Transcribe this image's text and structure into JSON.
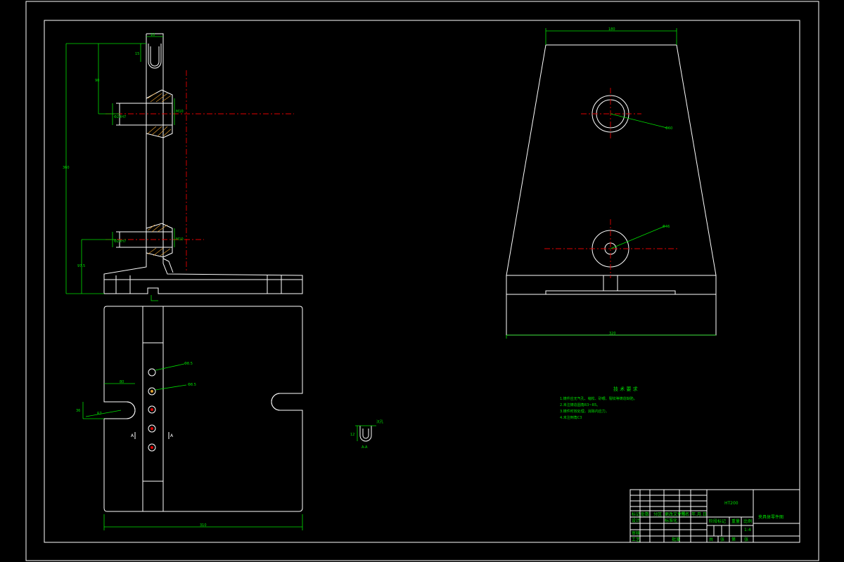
{
  "drawing": {
    "dims_front": {
      "top_width": "10",
      "slot_height": "15",
      "upper_offset": "90",
      "total_height": "360",
      "lower_height": "97.5",
      "upper_bore": "Φ20H7",
      "upper_thread": "M10",
      "lower_bore": "Φ20H7",
      "lower_thread": "M10"
    },
    "dims_top": {
      "hole_label_1": "Φ8.5",
      "hole_label_2": "Φ8.5",
      "slot_length": "80",
      "slot_width": "36",
      "slot_radius": "R7",
      "base_width": "310",
      "section_mark_left": "A",
      "section_mark_right": "A"
    },
    "dims_side": {
      "top_width": "180",
      "upper_hole": "Φ60",
      "lower_hole": "Φ46",
      "base_width": "320"
    },
    "detail": {
      "label": "A-A",
      "note": "沉孔",
      "dim": "12"
    },
    "notes": {
      "title": "技 术 要 求",
      "items": [
        "1.铸件应无气孔、缩松、砂眼、裂纹等铸造缺陷。",
        "2.未注铸造圆角R3~R5。",
        "3.铸件时效处理，消除内应力。",
        "4.未注倒角C3"
      ]
    },
    "title_block": {
      "material": "HT200",
      "drawing_title": "夹具体零件图",
      "scale": "1:4",
      "row_labels": [
        "设计",
        "标准化",
        "审核",
        "工艺"
      ],
      "header_cells": [
        "标记",
        "处数",
        "分区",
        "更改文件号",
        "签名",
        "年.月.日"
      ],
      "cells": [
        "阶段标记",
        "重量",
        "比例",
        "共",
        "张",
        "第",
        "张",
        "批准"
      ]
    }
  }
}
